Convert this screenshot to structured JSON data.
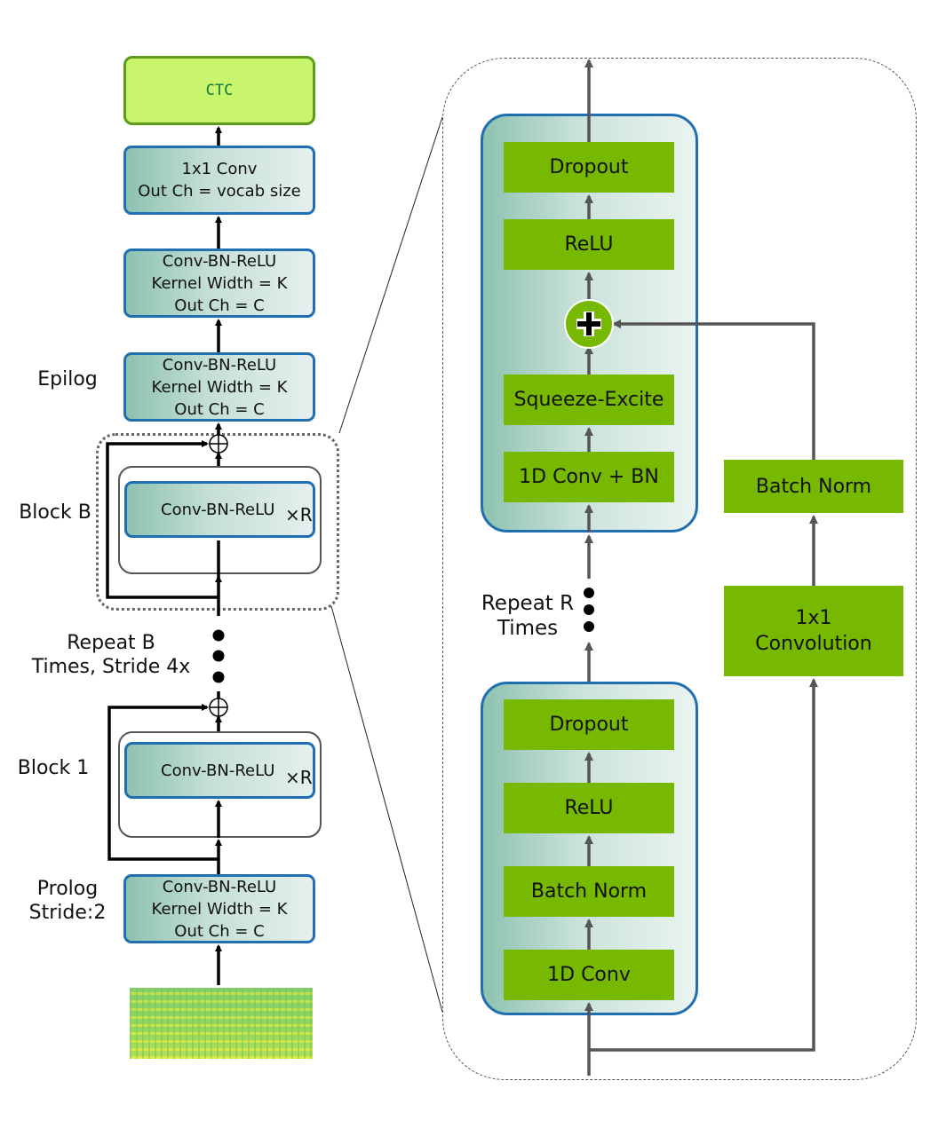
{
  "left": {
    "ctc": "CTC",
    "final_conv": [
      "1x1 Conv",
      "Out Ch = vocab size"
    ],
    "epilog_2": [
      "Conv-BN-ReLU",
      "Kernel Width = K",
      "Out Ch = C"
    ],
    "epilog_1": [
      "Conv-BN-ReLU",
      "Kernel Width = K",
      "Out Ch = C"
    ],
    "block_b_inner": "Conv-BN-ReLU",
    "block_1_inner": "Conv-BN-ReLU",
    "repeat_r": "×R",
    "prolog": [
      "Conv-BN-ReLU",
      "Kernel Width = K",
      "Out Ch = C"
    ],
    "labels": {
      "epilog": "Epilog",
      "block_b": "Block B",
      "repeat_b": [
        "Repeat B",
        "Times, Stride 4x"
      ],
      "block_1": "Block 1",
      "prolog": [
        "Prolog",
        "Stride:2"
      ]
    }
  },
  "right": {
    "top_block": [
      "Dropout",
      "ReLU",
      "Squeeze-Excite",
      "1D Conv + BN"
    ],
    "plus": "+",
    "repeat_r": [
      "Repeat R",
      "Times"
    ],
    "bottom_block": [
      "Dropout",
      "ReLU",
      "Batch Norm",
      "1D Conv"
    ],
    "residual": [
      "Batch Norm",
      "1x1",
      "Convolution"
    ]
  }
}
